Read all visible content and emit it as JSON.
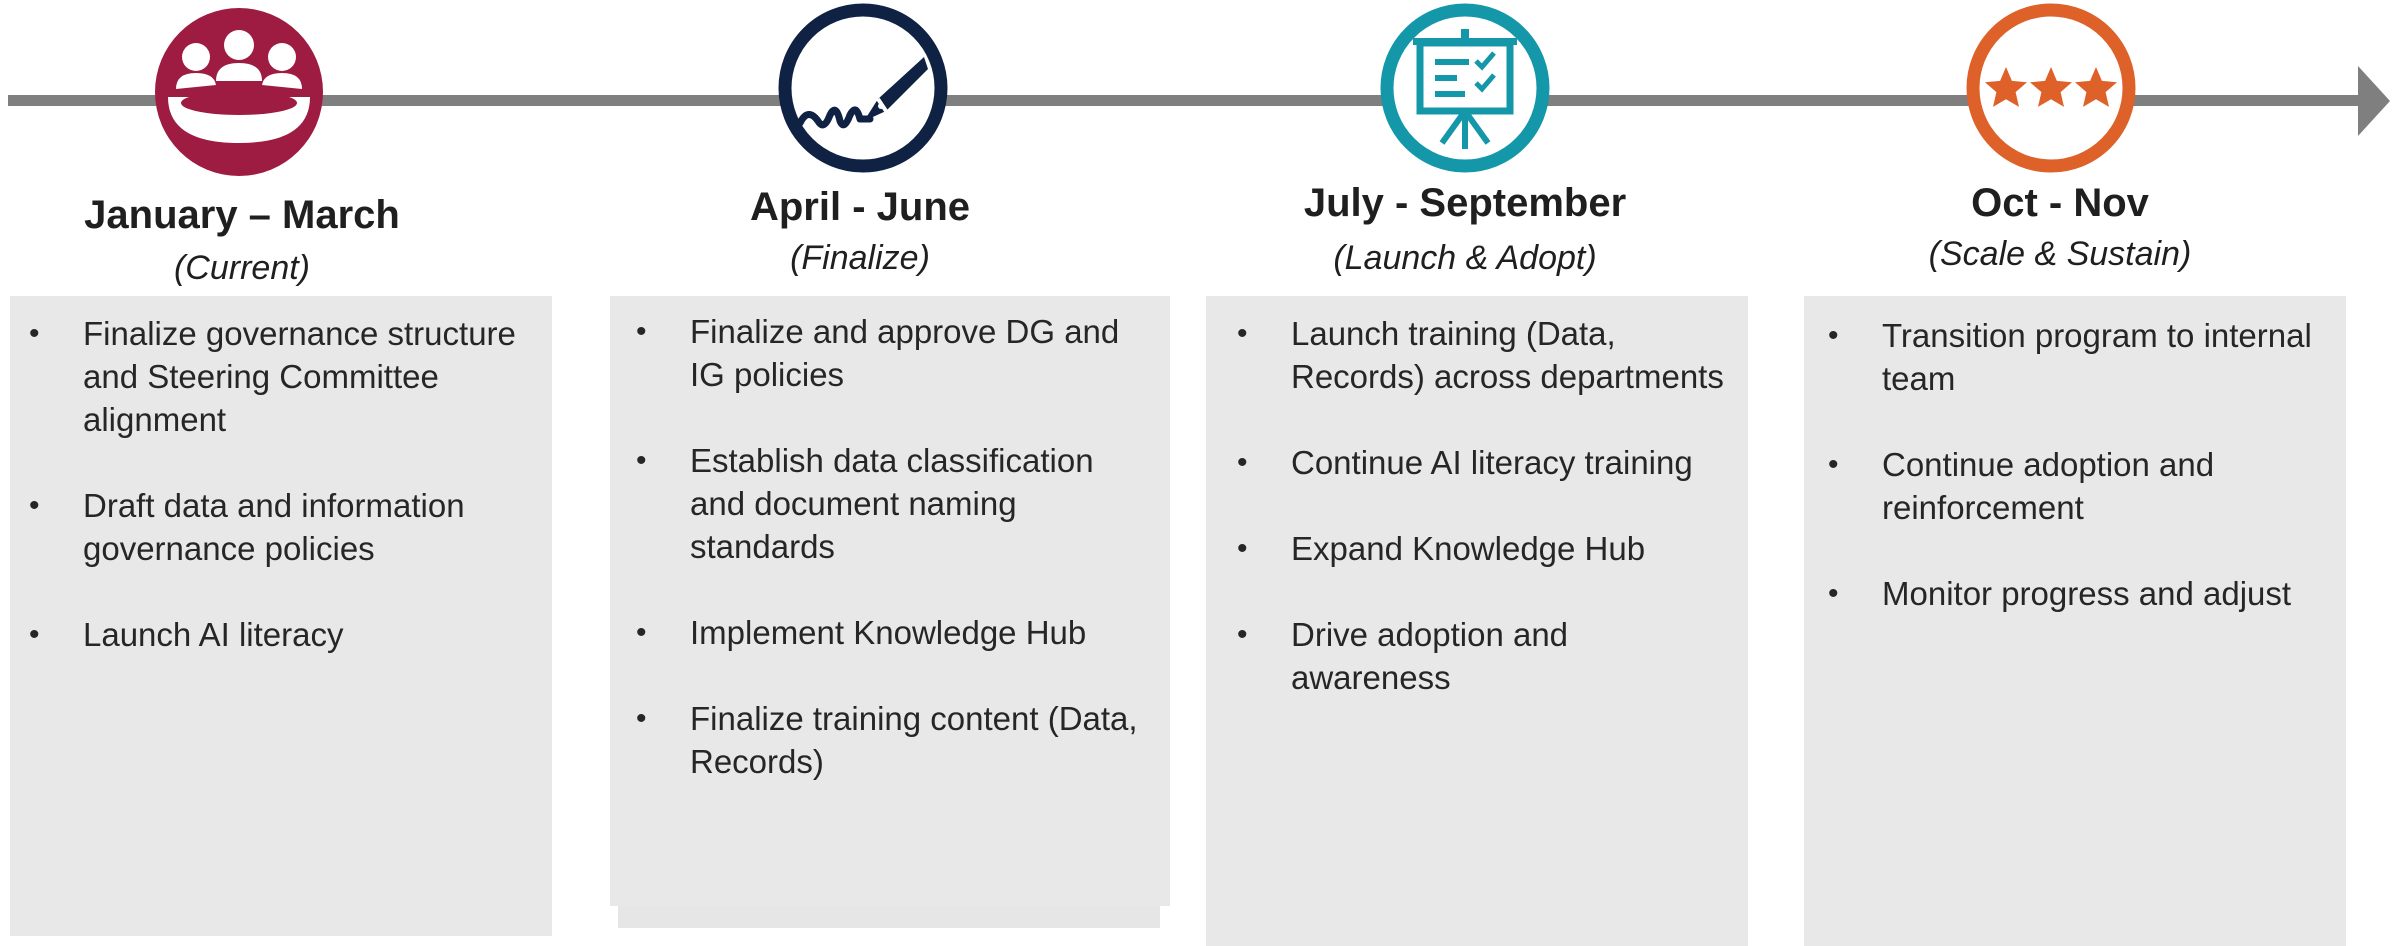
{
  "colors": {
    "timeline": "#7f7f7f",
    "phase_1_icon": "#9e1b42",
    "phase_2_icon": "#0f2243",
    "phase_3_icon": "#1497a8",
    "phase_4_icon": "#dd6128",
    "box_background": "#e8e8e8"
  },
  "phases": [
    {
      "icon": "people-meeting-icon",
      "title": "January – March",
      "subtitle": "(Current)",
      "items": [
        "Finalize governance structure and Steering Committee alignment",
        "Draft data and information governance policies",
        "Launch AI literacy"
      ]
    },
    {
      "icon": "pen-signature-icon",
      "title": "April - June",
      "subtitle": "(Finalize)",
      "items": [
        "Finalize and approve DG and IG policies",
        "Establish data classification and document naming standards",
        "Implement Knowledge Hub",
        "Finalize training content (Data, Records)"
      ]
    },
    {
      "icon": "presentation-board-icon",
      "title": "July - September",
      "subtitle": "(Launch & Adopt)",
      "items": [
        "Launch training (Data, Records) across departments",
        "Continue AI literacy training",
        "Expand Knowledge Hub",
        "Drive adoption and awareness"
      ]
    },
    {
      "icon": "three-stars-icon",
      "title": "Oct - Nov",
      "subtitle": "(Scale & Sustain)",
      "items": [
        "Transition program to internal team",
        "Continue adoption and reinforcement",
        "Monitor progress and adjust"
      ]
    }
  ]
}
